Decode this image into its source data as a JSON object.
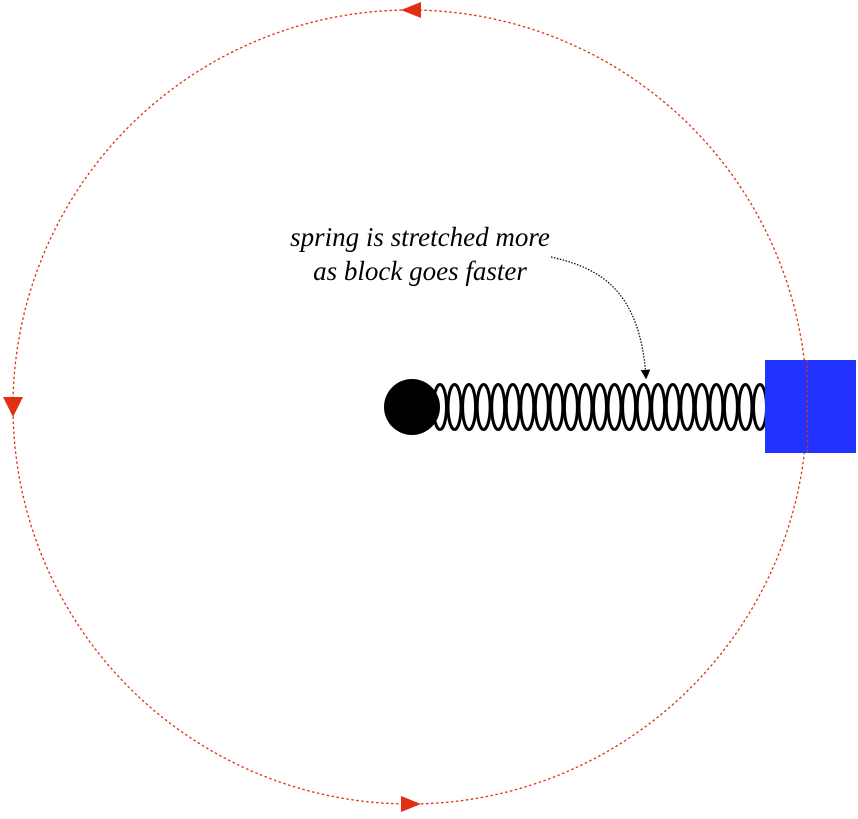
{
  "annotation": {
    "line1": "spring is stretched more",
    "line2": "as block goes faster"
  },
  "spring": {
    "coil_count": 23
  },
  "colors": {
    "orbit": "#e03010",
    "block": "#2233ff",
    "ball": "#000000",
    "spring": "#000000"
  }
}
